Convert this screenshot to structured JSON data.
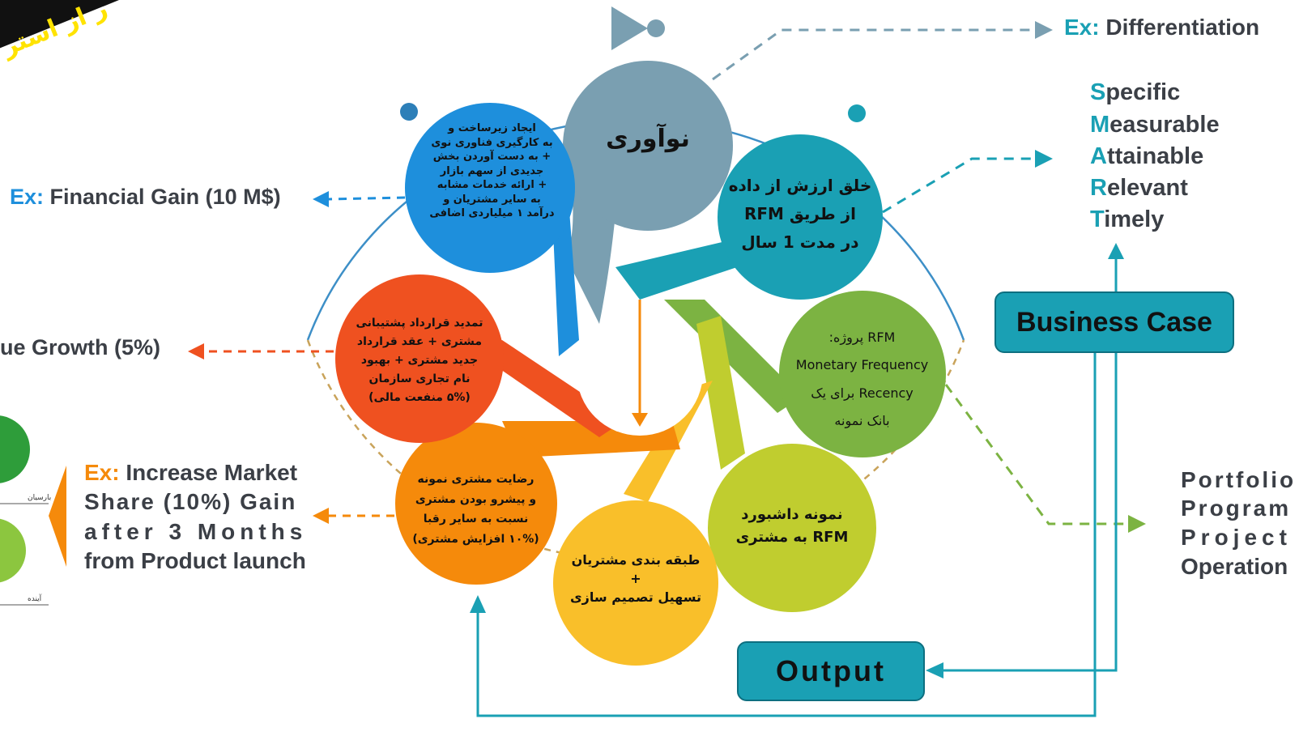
{
  "banner": {
    "text": "ر از استر"
  },
  "petals": {
    "innovation": {
      "text": "نوآوری",
      "color": "#7a9fb1"
    },
    "blue": {
      "lines": [
        "ایجاد زیرساخت و",
        "به کارگیری فناوری نوی",
        "+ به دست آوردن بخش",
        "جدیدی از سهم بازار",
        "+ ارائه خدمات مشابه",
        "به سایر مشتریان و",
        "درآمد ۱ میلیاردی اضافی"
      ],
      "color": "#1e8fdc"
    },
    "teal": {
      "lines": [
        "خلق ارزش از داده",
        "از طریق RFM",
        "در مدت 1 سال"
      ],
      "color": "#1aa0b4"
    },
    "green": {
      "lines": [
        "RFM پروژه:",
        "Monetary Frequency",
        "Recency برای یک",
        "بانک نمونه"
      ],
      "color": "#7cb342"
    },
    "lime": {
      "lines": [
        "نمونه داشبورد",
        "RFM به مشتری"
      ],
      "color": "#c0cd2f"
    },
    "yellow": {
      "lines": [
        "طبقه بندی مشتریان",
        "+",
        "تسهیل تصمیم سازی"
      ],
      "color": "#f9bf2a"
    },
    "orange": {
      "lines": [
        "رضایت مشتری نمونه",
        "و پیشرو بودن مشتری",
        "نسبت به سایر رقبا",
        "(۱۰% افزایش مشتری)"
      ],
      "color": "#f58a0b"
    },
    "red": {
      "lines": [
        "تمدید قرارداد پشتیبانی",
        "مشتری + عقد قرارداد",
        "جدید مشتری + بهبود",
        "نام تجاری سازمان",
        "(۵% منفعت مالی)"
      ],
      "color": "#ef5120"
    }
  },
  "labels": {
    "financial": {
      "prefix": "Ex:",
      "text": " Financial Gain (10 M$)",
      "color": "#1e8fdc"
    },
    "revenue": {
      "text": "ue Growth (5%)"
    },
    "market": {
      "prefix": "Ex:",
      "lines": [
        " Increase Market",
        "Share (10%) Gain",
        "after 3 Months",
        "from Product launch"
      ],
      "color": "#f58a0b"
    },
    "differentiation": {
      "prefix": "Ex:",
      "text": " Differentiation",
      "color": "#1aa0b4"
    }
  },
  "smart": [
    {
      "first": "S",
      "rest": "pecific"
    },
    {
      "first": "M",
      "rest": "easurable"
    },
    {
      "first": "A",
      "rest": "ttainable"
    },
    {
      "first": "R",
      "rest": "elevant"
    },
    {
      "first": "T",
      "rest": "imely"
    }
  ],
  "business_case": "Business Case",
  "output": "Output",
  "portfolio": [
    "Portfolio",
    "Program",
    "Project",
    "Operation"
  ],
  "left_chart": {
    "labels": [
      "بارسیان",
      "آینده"
    ],
    "colors": [
      "#2e9d3a",
      "#8cc63f"
    ]
  }
}
